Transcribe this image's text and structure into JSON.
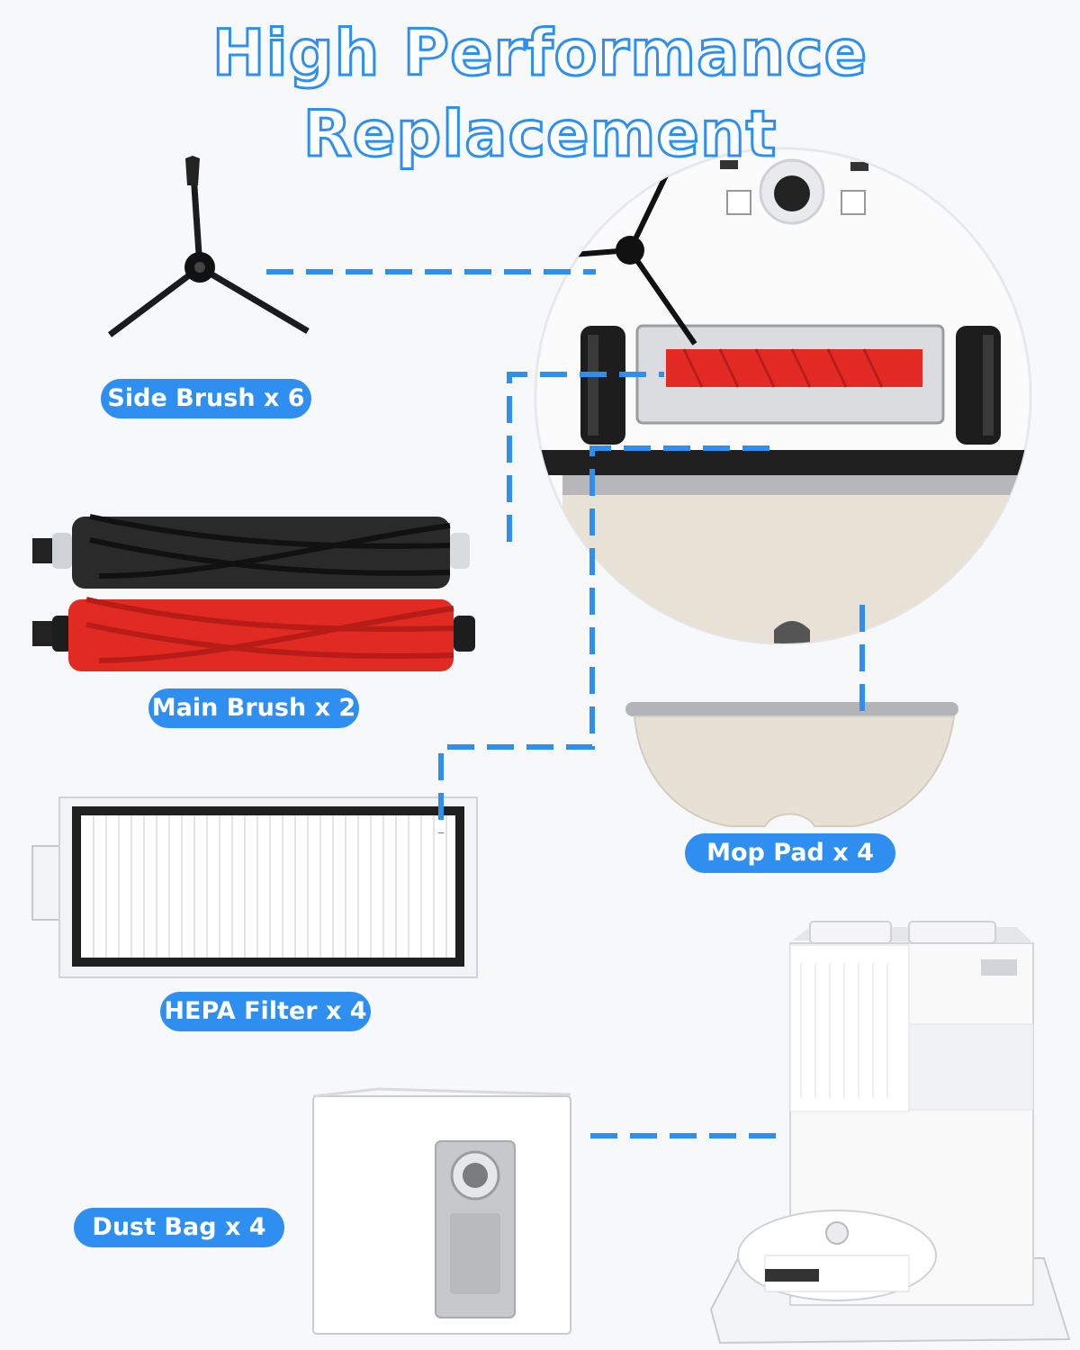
{
  "title": "High Performance Replacement",
  "accent_color": "#2f8ff0",
  "items": [
    {
      "label": "Side Brush x 6",
      "icon": "side-brush-icon"
    },
    {
      "label": "Main Brush x 2",
      "icon": "main-brush-icon"
    },
    {
      "label": "Mop Pad x 4",
      "icon": "mop-pad-icon"
    },
    {
      "label": "HEPA Filter x 4",
      "icon": "hepa-filter-icon"
    },
    {
      "label": "Dust Bag x 4",
      "icon": "dust-bag-icon"
    }
  ]
}
